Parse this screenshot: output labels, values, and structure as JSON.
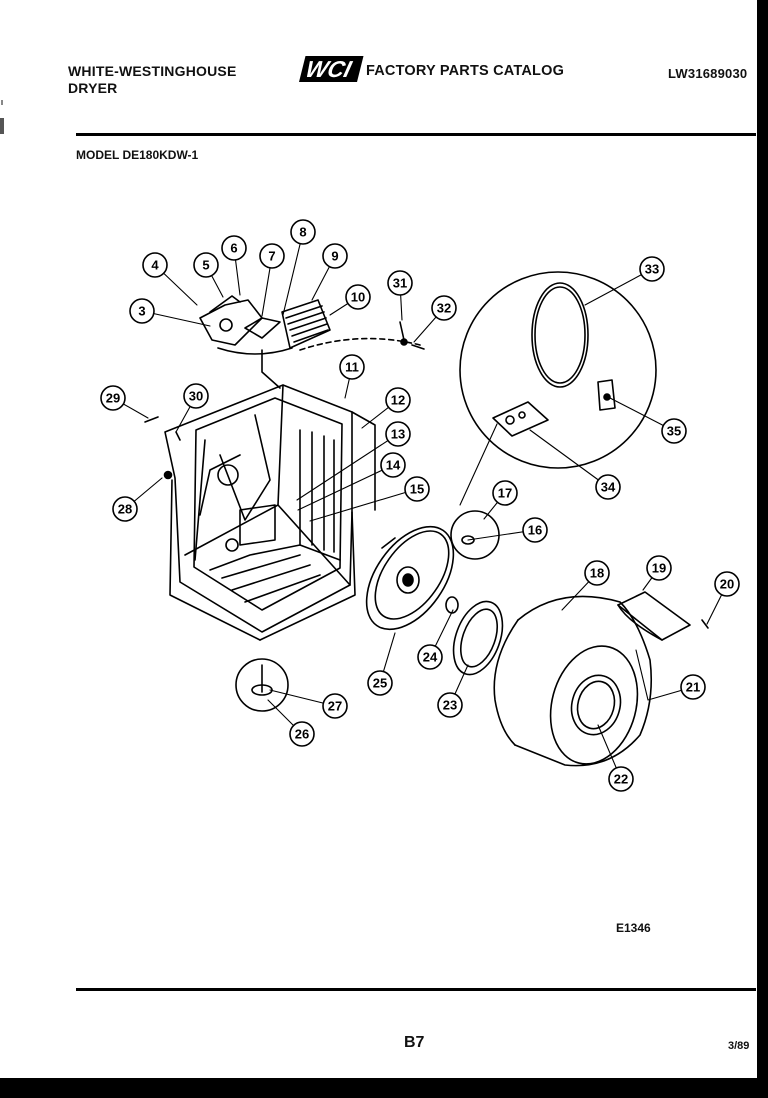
{
  "header": {
    "brand_line1": "WHITE-WESTINGHOUSE",
    "brand_line2": "DRYER",
    "logo_text": "WCI",
    "catalog_title": "FACTORY PARTS CATALOG",
    "doc_number": "LW31689030"
  },
  "model_label": "MODEL DE180KDW-1",
  "diagram": {
    "callouts": [
      "3",
      "4",
      "5",
      "6",
      "7",
      "8",
      "9",
      "10",
      "11",
      "12",
      "13",
      "14",
      "15",
      "16",
      "17",
      "18",
      "19",
      "20",
      "21",
      "22",
      "23",
      "24",
      "25",
      "26",
      "27",
      "28",
      "29",
      "30",
      "31",
      "32",
      "33",
      "34",
      "35"
    ],
    "figure_code": "E1346"
  },
  "footer": {
    "page": "B7",
    "date": "3/89"
  }
}
